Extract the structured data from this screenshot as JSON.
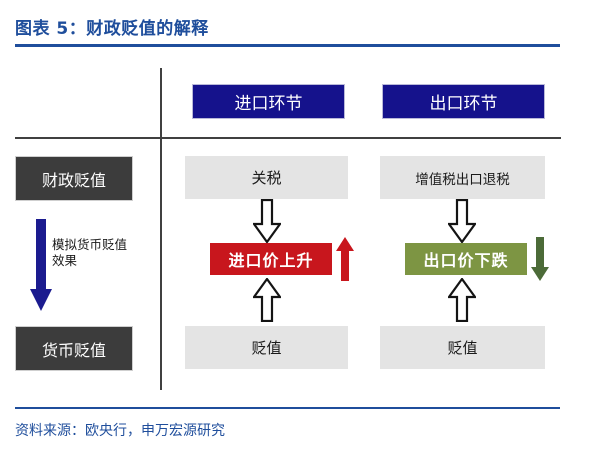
{
  "title": "图表 5：财政贬值的解释",
  "colors": {
    "brand_blue": "#1F4E9C",
    "header_navy": "#15128C",
    "stage_gray": "#3C3C3C",
    "box_gray": "#E4E4E4",
    "result_red": "#C8161D",
    "result_green": "#7D9543",
    "arrow_blue": "#1B1B8F",
    "arrow_red": "#C8161D",
    "arrow_green": "#4C6B38"
  },
  "columns": {
    "import": {
      "header": "进口环节",
      "top_box": "关税",
      "result": "进口价上升",
      "bottom_box": "贬值",
      "side_arrow_icon": "arrow-up-red-icon",
      "down_arrow_icon": "arrow-down-outline-icon",
      "up_arrow_icon": "arrow-up-outline-icon"
    },
    "export": {
      "header": "出口环节",
      "top_box": "增值税出口退税",
      "result": "出口价下跌",
      "bottom_box": "贬值",
      "side_arrow_icon": "arrow-down-green-icon",
      "down_arrow_icon": "arrow-down-outline-icon",
      "up_arrow_icon": "arrow-up-outline-icon"
    }
  },
  "stages": {
    "top": "财政贬值",
    "bottom": "货币贬值",
    "transition_note": "模拟货币贬值效果",
    "transition_arrow_icon": "arrow-down-blue-icon"
  },
  "footer": "资料来源：欧央行，申万宏源研究"
}
